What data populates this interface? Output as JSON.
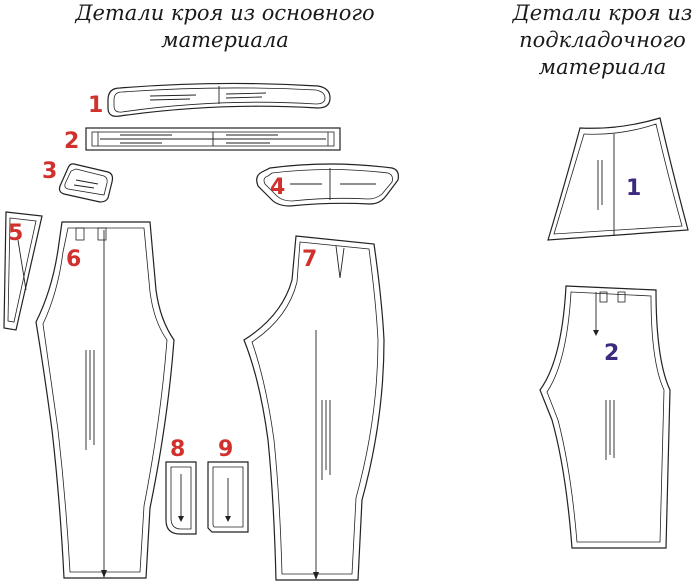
{
  "headings": {
    "main_material": [
      "Детали кроя из основного",
      "материала"
    ],
    "lining_material": [
      "Детали кроя из",
      "подкладочного",
      "материала"
    ]
  },
  "piece_numbers": {
    "main": [
      "1",
      "2",
      "3",
      "4",
      "5",
      "6",
      "7",
      "8",
      "9"
    ],
    "lining": [
      "1",
      "2"
    ]
  },
  "colors": {
    "main_number": "#d0312d",
    "lining_number": "#3d2a7e",
    "outline": "#222222"
  }
}
